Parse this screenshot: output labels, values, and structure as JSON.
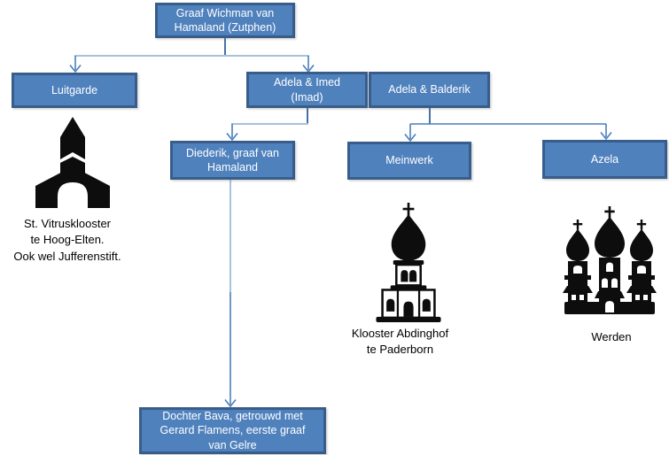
{
  "diagram": {
    "colors": {
      "box_fill": "#4f81bd",
      "box_border": "#385d8a",
      "box_text": "#ffffff",
      "connector_dark": "#4472a4",
      "connector_medium": "#4a7ebb",
      "connector_light": "#a6c1de",
      "icon_black": "#0d0d0d",
      "caption_text": "#000000"
    },
    "nodes": {
      "wichman": {
        "label": "Graaf Wichman van\nHamaland (Zutphen)"
      },
      "luitgarde": {
        "label": "Luitgarde"
      },
      "adela_imed": {
        "label": "Adela & Imed\n(Imad)"
      },
      "adela_balderik": {
        "label": "Adela & Balderik"
      },
      "diederik": {
        "label": "Diederik, graaf van\nHamaland"
      },
      "meinwerk": {
        "label": "Meinwerk"
      },
      "azela": {
        "label": "Azela"
      },
      "bava": {
        "label": "Dochter Bava, getrouwd met\nGerard Flamens, eerste graaf\nvan Gelre"
      }
    },
    "captions": {
      "vitrusklooster": {
        "text": "St. Vitrusklooster\nte Hoog-Elten.\nOok wel Jufferenstift."
      },
      "abdinghof": {
        "text": "Klooster Abdinghof\nte Paderborn"
      },
      "werden": {
        "text": "Werden"
      }
    },
    "icons": {
      "church1": {
        "name": "village-church-icon"
      },
      "church2": {
        "name": "onion-dome-church-icon"
      },
      "church3": {
        "name": "three-dome-church-icon"
      }
    }
  }
}
